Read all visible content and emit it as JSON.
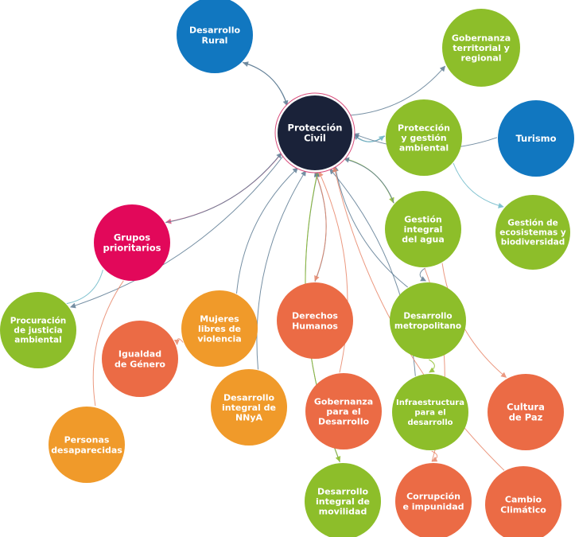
{
  "colors": {
    "green": "#8DBE2A",
    "blue": "#1177C0",
    "orange": "#EB6B45",
    "amber": "#F09A2A",
    "crimson": "#E2085A",
    "navy": "#1A2239",
    "edge_blue": "#5E7C94",
    "edge_teal": "#6CB8C8",
    "edge_green": "#8DBE2A",
    "edge_orange": "#E8876A",
    "edge_pink": "#D94E7C"
  },
  "nodes": [
    {
      "id": "proteccion-civil",
      "lines": [
        "Protección",
        "Civil"
      ],
      "color": "navy"
    },
    {
      "id": "desarrollo-rural",
      "lines": [
        "Desarrollo",
        "Rural"
      ],
      "color": "blue"
    },
    {
      "id": "gobernanza-territorial",
      "lines": [
        "Gobernanza",
        "territorial y",
        "regional"
      ],
      "color": "green"
    },
    {
      "id": "proteccion-gestion-ambiental",
      "lines": [
        "Protección",
        "y gestión",
        "ambiental"
      ],
      "color": "green"
    },
    {
      "id": "turismo",
      "lines": [
        "Turismo"
      ],
      "color": "blue"
    },
    {
      "id": "gestion-ecosistemas",
      "lines": [
        "Gestión de",
        "ecosistemas y",
        "biodiversidad"
      ],
      "color": "green"
    },
    {
      "id": "gestion-agua",
      "lines": [
        "Gestión",
        "integral",
        "del agua"
      ],
      "color": "green"
    },
    {
      "id": "grupos-prioritarios",
      "lines": [
        "Grupos",
        "prioritarios"
      ],
      "color": "crimson"
    },
    {
      "id": "procuracion-justicia",
      "lines": [
        "Procuración",
        "de justicia",
        "ambiental"
      ],
      "color": "green"
    },
    {
      "id": "mujeres-libres",
      "lines": [
        "Mujeres",
        "libres de",
        "violencia"
      ],
      "color": "amber"
    },
    {
      "id": "derechos-humanos",
      "lines": [
        "Derechos",
        "Humanos"
      ],
      "color": "orange"
    },
    {
      "id": "desarrollo-metropolitano",
      "lines": [
        "Desarrollo",
        "metropolitano"
      ],
      "color": "green"
    },
    {
      "id": "igualdad-genero",
      "lines": [
        "Igualdad",
        "de Género"
      ],
      "color": "orange"
    },
    {
      "id": "desarrollo-nnya",
      "lines": [
        "Desarrollo",
        "integral de",
        "NNyA"
      ],
      "color": "amber"
    },
    {
      "id": "gobernanza-desarrollo",
      "lines": [
        "Gobernanza",
        "para el",
        "Desarrollo"
      ],
      "color": "orange"
    },
    {
      "id": "infraestructura",
      "lines": [
        "Infraestructura",
        "para el",
        "desarrollo"
      ],
      "color": "green"
    },
    {
      "id": "cultura-paz",
      "lines": [
        "Cultura",
        "de Paz"
      ],
      "color": "orange"
    },
    {
      "id": "personas-desaparecidas",
      "lines": [
        "Personas",
        "desaparecidas"
      ],
      "color": "amber"
    },
    {
      "id": "desarrollo-movilidad",
      "lines": [
        "Desarrollo",
        "integral de",
        "movilidad"
      ],
      "color": "green"
    },
    {
      "id": "corrupcion",
      "lines": [
        "Corrupción",
        "e impunidad"
      ],
      "color": "orange"
    },
    {
      "id": "cambio-climatico",
      "lines": [
        "Cambio",
        "Climático"
      ],
      "color": "orange"
    }
  ],
  "edges": [
    {
      "from": "proteccion-civil",
      "to": "desarrollo-rural",
      "color": "edge_blue",
      "arrow": true
    },
    {
      "from": "desarrollo-rural",
      "to": "proteccion-civil",
      "color": "edge_blue",
      "arrow": true
    },
    {
      "from": "proteccion-civil",
      "to": "gobernanza-territorial",
      "color": "edge_blue",
      "arrow": true
    },
    {
      "from": "proteccion-gestion-ambiental",
      "to": "proteccion-civil",
      "color": "edge_blue",
      "arrow": true
    },
    {
      "from": "proteccion-civil",
      "to": "proteccion-gestion-ambiental",
      "color": "edge_teal",
      "arrow": true
    },
    {
      "from": "turismo",
      "to": "proteccion-civil",
      "color": "edge_blue",
      "arrow": true
    },
    {
      "from": "proteccion-gestion-ambiental",
      "to": "gestion-ecosistemas",
      "color": "edge_teal",
      "arrow": true
    },
    {
      "from": "proteccion-civil",
      "to": "gestion-agua",
      "color": "edge_green",
      "arrow": true
    },
    {
      "from": "gestion-agua",
      "to": "proteccion-civil",
      "color": "edge_blue",
      "arrow": true
    },
    {
      "from": "proteccion-civil",
      "to": "grupos-prioritarios",
      "color": "edge_pink",
      "arrow": true
    },
    {
      "from": "grupos-prioritarios",
      "to": "proteccion-civil",
      "color": "edge_blue",
      "arrow": true
    },
    {
      "from": "proteccion-civil",
      "to": "procuracion-justicia",
      "color": "edge_blue",
      "arrow": true
    },
    {
      "from": "procuracion-justicia",
      "to": "grupos-prioritarios",
      "color": "edge_teal",
      "arrow": false
    },
    {
      "from": "mujeres-libres",
      "to": "proteccion-civil",
      "color": "edge_blue",
      "arrow": true
    },
    {
      "from": "mujeres-libres",
      "to": "igualdad-genero",
      "color": "edge_orange",
      "arrow": true
    },
    {
      "from": "desarrollo-nnya",
      "to": "proteccion-civil",
      "color": "edge_blue",
      "arrow": true
    },
    {
      "from": "derechos-humanos",
      "to": "proteccion-civil",
      "color": "edge_blue",
      "arrow": true
    },
    {
      "from": "proteccion-civil",
      "to": "derechos-humanos",
      "color": "edge_orange",
      "arrow": true
    },
    {
      "from": "gobernanza-desarrollo",
      "to": "proteccion-civil",
      "color": "edge_orange",
      "arrow": true
    },
    {
      "from": "desarrollo-metropolitano",
      "to": "proteccion-civil",
      "color": "edge_blue",
      "arrow": true
    },
    {
      "from": "gestion-agua",
      "to": "desarrollo-metropolitano",
      "color": "edge_blue",
      "arrow": true
    },
    {
      "from": "desarrollo-metropolitano",
      "to": "infraestructura",
      "color": "edge_green",
      "arrow": true
    },
    {
      "from": "infraestructura",
      "to": "proteccion-civil",
      "color": "edge_blue",
      "arrow": true
    },
    {
      "from": "infraestructura",
      "to": "corrupcion",
      "color": "edge_orange",
      "arrow": true
    },
    {
      "from": "gestion-agua",
      "to": "cultura-paz",
      "color": "edge_orange",
      "arrow": true
    },
    {
      "from": "desarrollo-movilidad",
      "to": "proteccion-civil",
      "color": "edge_blue",
      "arrow": true
    },
    {
      "from": "proteccion-civil",
      "to": "desarrollo-movilidad",
      "color": "edge_green",
      "arrow": true
    },
    {
      "from": "cambio-climatico",
      "to": "proteccion-civil",
      "color": "edge_orange",
      "arrow": true
    },
    {
      "from": "grupos-prioritarios",
      "to": "personas-desaparecidas",
      "color": "edge_orange",
      "arrow": false
    },
    {
      "from": "gestion-agua",
      "to": "corrupcion",
      "color": "edge_orange",
      "arrow": false
    }
  ]
}
